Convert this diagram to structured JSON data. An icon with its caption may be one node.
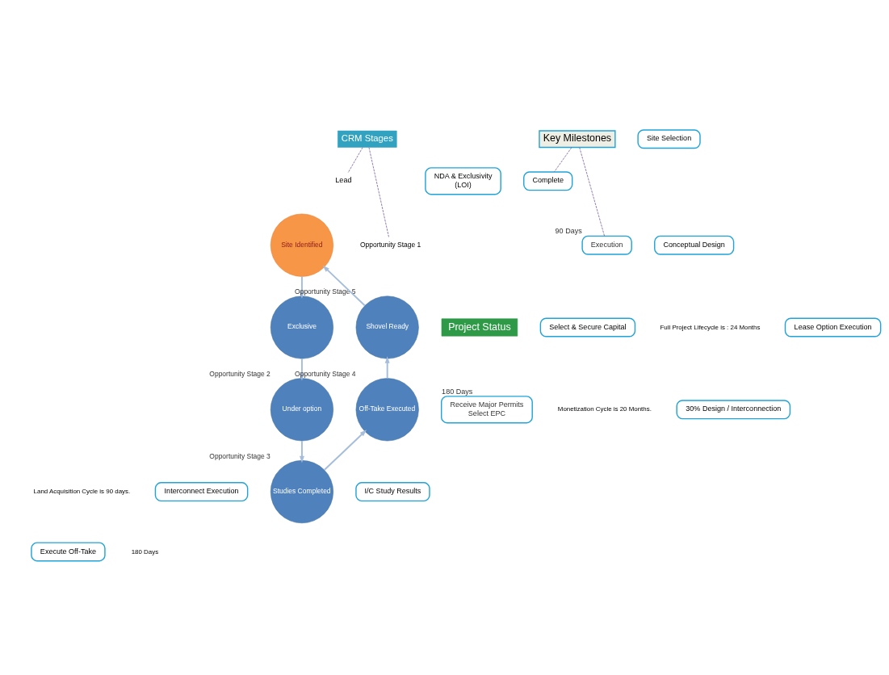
{
  "diagram": {
    "nodes": [
      {
        "text": [
          "Key Milestones"
        ]
      },
      {
        "text": [
          "CRM Stages"
        ]
      },
      {
        "text": [
          "Site Selection"
        ]
      },
      {
        "text": [
          "NDA & Exclusivity",
          "(LOI)"
        ]
      },
      {
        "text": [
          "Complete"
        ]
      },
      {
        "text": [
          "Lead"
        ]
      },
      {
        "text": [
          "Execution"
        ],
        "beside": [
          "90 Days"
        ]
      },
      {
        "text": [
          "Conceptual Design"
        ]
      },
      {
        "text": [
          "Site Identified"
        ]
      },
      {
        "text": [
          "Opportunity Stage 1"
        ]
      },
      {
        "text": [
          "Shovel Ready"
        ],
        "beside": [
          "Opportunity Stage 5"
        ]
      },
      {
        "text": [
          "Exclusive"
        ]
      },
      {
        "text": [
          "Project Status"
        ]
      },
      {
        "text": [
          "Select & Secure Capital"
        ]
      },
      {
        "text": [
          "Lease Option Execution"
        ]
      },
      {
        "text": [
          "Off-Take Executed"
        ],
        "beside": [
          "Opportunity Stage 4"
        ]
      },
      {
        "text": [
          "Under option"
        ],
        "beside": [
          "Opportunity Stage 2"
        ]
      },
      {
        "text": [
          "Receive Major Permits",
          "Select EPC"
        ],
        "beside": [
          "180 Days"
        ]
      },
      {
        "text": [
          "30% Design / Interconnection"
        ]
      },
      {
        "text": [
          "Studies Completed"
        ],
        "beside": [
          "Opportunity Stage 3"
        ]
      },
      {
        "text": [
          "Interconnect Execution"
        ]
      },
      {
        "text": [
          "I/C Study Results"
        ]
      },
      {
        "text": [
          "Execute Off-Take"
        ]
      }
    ],
    "edges": [
      {
        "from": 0,
        "to": 4,
        "arrow": "none",
        "style": "dashed",
        "color": "#8064a2"
      },
      {
        "from": 0,
        "to": 6,
        "arrow": "none",
        "style": "dashed",
        "color": "#8064a2"
      },
      {
        "from": 1,
        "to": 5,
        "arrow": "none",
        "style": "dashed",
        "color": "#8064a2"
      },
      {
        "from": 1,
        "to": 9,
        "arrow": "none",
        "style": "dashed",
        "color": "#8064a2"
      },
      {
        "from": 8,
        "to": 11,
        "arrow": "to"
      },
      {
        "from": 11,
        "to": 16,
        "arrow": "to"
      },
      {
        "from": 16,
        "to": 19,
        "arrow": "to"
      },
      {
        "from": 19,
        "to": 15,
        "arrow": "to"
      },
      {
        "from": 15,
        "to": 10,
        "arrow": "to"
      },
      {
        "from": 10,
        "to": 8,
        "arrow": "to"
      }
    ],
    "labels": [
      "Full Project Lifecycle is : 24 Months",
      "Monetization Cycle is 20 Months.",
      "Land Acquisition Cycle is 90 days.",
      "180 Days"
    ]
  }
}
